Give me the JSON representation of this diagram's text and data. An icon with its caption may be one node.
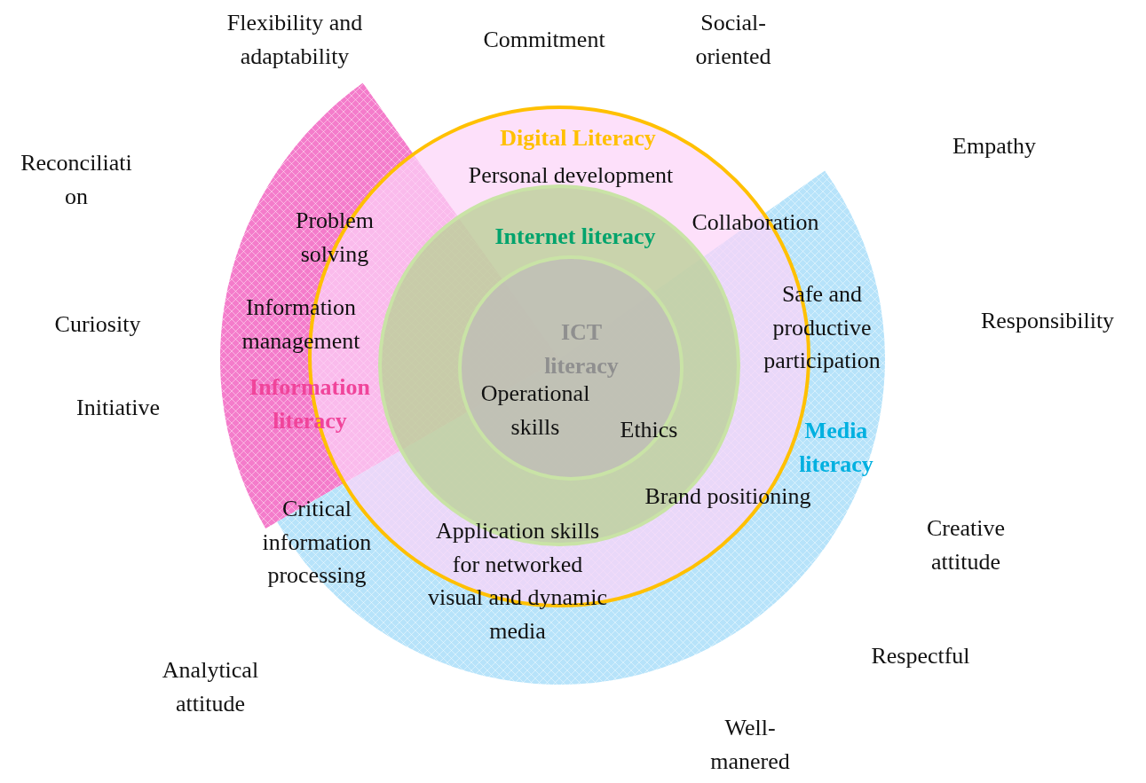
{
  "diagram": {
    "nodes": [
      {
        "text": [
          "Digital Literacy"
        ]
      },
      {
        "text": [
          "Internet literacy"
        ],
        "in": 0
      },
      {
        "text": [
          "ICT literacy"
        ],
        "in": 1
      },
      {
        "text": [
          "Information literacy"
        ]
      },
      {
        "text": [
          "Media literacy"
        ]
      }
    ],
    "labels": [
      "Flexibility and adaptability",
      "Commitment",
      "Social-oriented",
      "Empathy",
      "Reconciliation",
      "Personal development",
      "Collaboration",
      "Problem solving",
      "Responsibility",
      "Curiosity",
      "Information management",
      "Safe and productive participation",
      "Initiative",
      "Operational skills",
      "Ethics",
      "Brand positioning",
      "Creative attitude",
      "Critical information processing",
      "Application skills for networked visual and dynamic media",
      "Respectful",
      "Analytical attitude",
      "Well-manered"
    ]
  }
}
